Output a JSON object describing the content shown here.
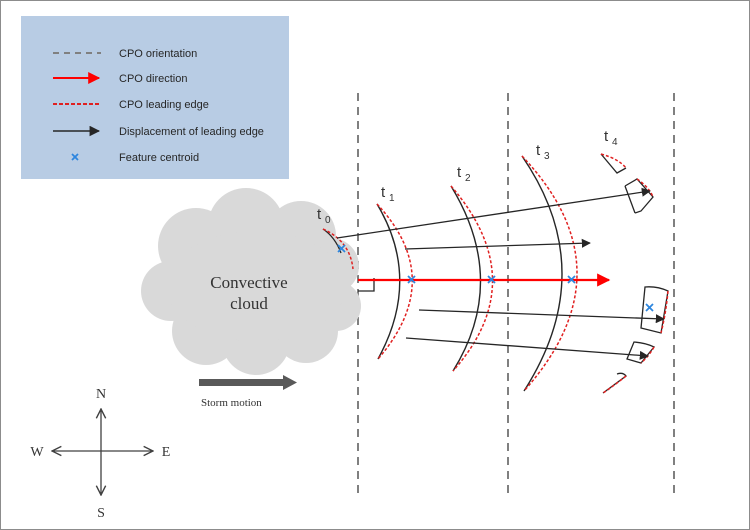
{
  "legend": {
    "items": [
      {
        "label": "CPO orientation",
        "kind": "gray-dashed"
      },
      {
        "label": "CPO direction",
        "kind": "red-arrow"
      },
      {
        "label": "CPO leading edge",
        "kind": "red-dashed"
      },
      {
        "label": "Displacement of leading edge",
        "kind": "black-arrow"
      },
      {
        "label": "Feature centroid",
        "kind": "blue-x"
      }
    ]
  },
  "cloud": {
    "line1": "Convective",
    "line2": "cloud"
  },
  "storm_motion": {
    "label": "Storm motion"
  },
  "compass": {
    "north": "N",
    "south": "S",
    "east": "E",
    "west": "W"
  },
  "time_steps": [
    {
      "base": "t",
      "sub": "0"
    },
    {
      "base": "t",
      "sub": "1"
    },
    {
      "base": "t",
      "sub": "2"
    },
    {
      "base": "t",
      "sub": "3"
    },
    {
      "base": "t",
      "sub": "4"
    }
  ],
  "colors": {
    "legend_bg": "#b8cce4",
    "cloud": "#d9d9d9",
    "cpo_direction": "#ff0000",
    "leading_edge": "#e02020",
    "orientation": "#808080",
    "centroid": "#2e86de",
    "displacement": "#262626",
    "storm_arrow": "#595959"
  }
}
